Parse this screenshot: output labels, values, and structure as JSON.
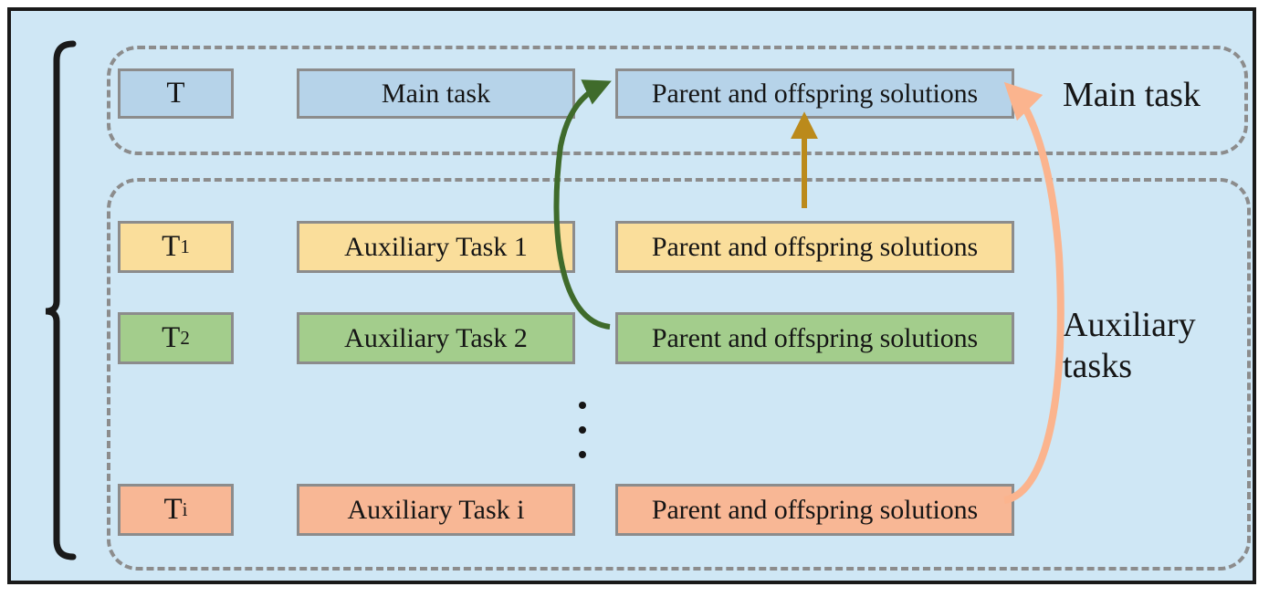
{
  "diagram": {
    "title_main": "Main task",
    "title_aux": "Auxiliary tasks",
    "background_color": "#cfe7f5",
    "frame_color": "#1a1a1a",
    "dashed_border_color": "#8c8c8c",
    "node_border_color": "#8c8c8c",
    "ellipsis": "vertical-ellipsis"
  },
  "groups": {
    "main": {
      "caption": "Main task",
      "color": "#b6d3e9",
      "rows": [
        {
          "symbol": "T",
          "subscript": "",
          "task": "Main task",
          "solutions": "Parent and offspring solutions",
          "color": "#b6d3e9"
        }
      ]
    },
    "auxiliary": {
      "caption_line1": "Auxiliary",
      "caption_line2": "tasks",
      "rows": [
        {
          "symbol": "T",
          "subscript": "1",
          "task": "Auxiliary Task 1",
          "solutions": "Parent and offspring solutions",
          "color": "#fade9b"
        },
        {
          "symbol": "T",
          "subscript": "2",
          "task": "Auxiliary Task 2",
          "solutions": "Parent and offspring solutions",
          "color": "#a3cd8c"
        },
        {
          "symbol": "T",
          "subscript": "i",
          "task": "Auxiliary Task i",
          "solutions": "Parent and offspring solutions",
          "color": "#f8b795"
        }
      ]
    }
  },
  "arrows": [
    {
      "name": "green-transfer-arrow",
      "from": "Auxiliary Task 2 parent and offspring solutions",
      "to": "Main task parent and offspring solutions",
      "color": "#3f6b2b",
      "style": "curved-left"
    },
    {
      "name": "gold-transfer-arrow",
      "from": "Auxiliary Task 1 parent and offspring solutions",
      "to": "Main task parent and offspring solutions",
      "color": "#bb8a1b",
      "style": "straight-vertical"
    },
    {
      "name": "salmon-transfer-arrow",
      "from": "Auxiliary Task i parent and offspring solutions",
      "to": "Main task parent and offspring solutions",
      "color": "#fbb48e",
      "style": "curved-right"
    }
  ],
  "brace": {
    "name": "left-brace",
    "color": "#1a1a1a",
    "spans": "all tasks"
  }
}
